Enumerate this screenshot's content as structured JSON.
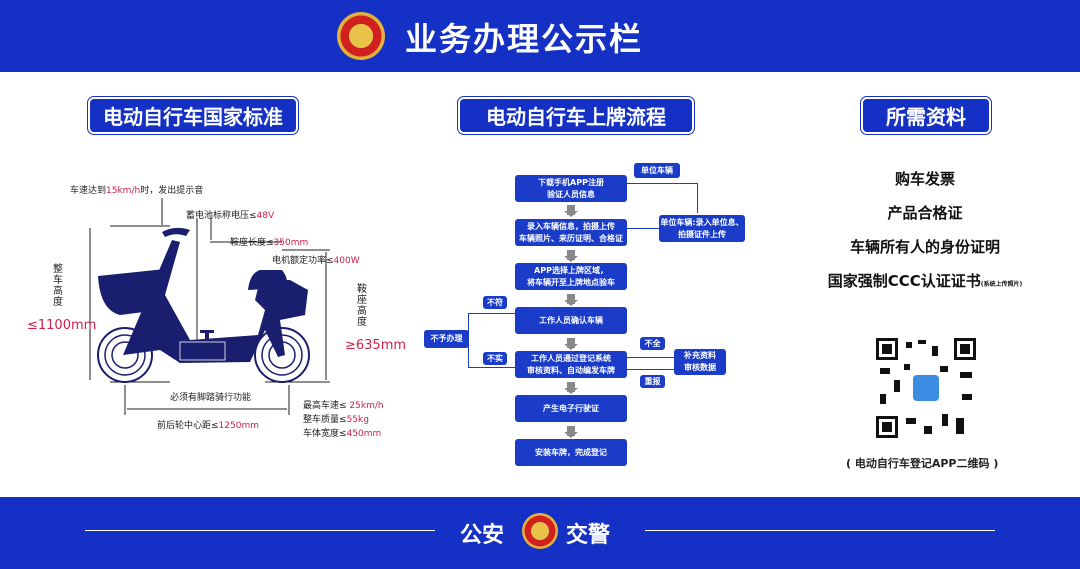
{
  "header": {
    "title": "业务办理公示栏"
  },
  "sections": {
    "standard": "电动自行车国家标准",
    "process": "电动自行车上牌流程",
    "materials": "所需资料"
  },
  "bike": {
    "speed_alert": "车速达到",
    "speed_alert_value": "15km/h",
    "speed_alert_tail": "时，发出提示音",
    "battery": "蓄电池标称电压≤",
    "battery_value": "48V",
    "seat_length": "鞍座长度≤",
    "seat_length_value": "350mm",
    "motor": "电机额定功率≤",
    "motor_value": "400W",
    "height_label": "整车高度",
    "height_value": "≤1100mm",
    "seat_height_label": "鞍座高度",
    "seat_height_value": "≥635mm",
    "pedal": "必须有脚踏骑行功能",
    "wheelbase": "前后轮中心距≤",
    "wheelbase_value": "1250mm",
    "max_speed": "最高车速≤ ",
    "max_speed_value": "25km/h",
    "weight": "整车质量≤",
    "weight_value": "55kg",
    "width": "车体宽度≤",
    "width_value": "450mm"
  },
  "flow": {
    "steps": [
      [
        "下载手机APP注册",
        "验证人员信息"
      ],
      [
        "录入车辆信息，拍摄上传",
        "车辆照片、来历证明、合格证"
      ],
      [
        "APP选择上牌区域，",
        "将车辆开至上牌地点验车"
      ],
      [
        "工作人员确认车辆"
      ],
      [
        "工作人员通过登记系统",
        "审核资料、自动编发车牌"
      ],
      [
        "产生电子行驶证"
      ],
      [
        "安装车牌，完成登记"
      ]
    ],
    "unit_label": "单位车辆",
    "unit_box": [
      "单位车辆:录入单位息、",
      "拍摄证件上传"
    ],
    "reject": "不予办理",
    "mismatch": "不符",
    "false": "不实",
    "incomplete": "不全",
    "resubmit": "重报",
    "supplement": [
      "补充资料",
      "审核数据"
    ]
  },
  "materials": {
    "items": [
      "购车发票",
      "产品合格证",
      "车辆所有人的身份证明",
      "国家强制CCC认证证书"
    ],
    "note": "(系统上传照片)",
    "qr_caption": "( 电动自行车登记APP二维码 )"
  },
  "footer": {
    "left": "公安",
    "right": "交警"
  },
  "colors": {
    "brand": "#1530c4",
    "red": "#d0204a"
  }
}
